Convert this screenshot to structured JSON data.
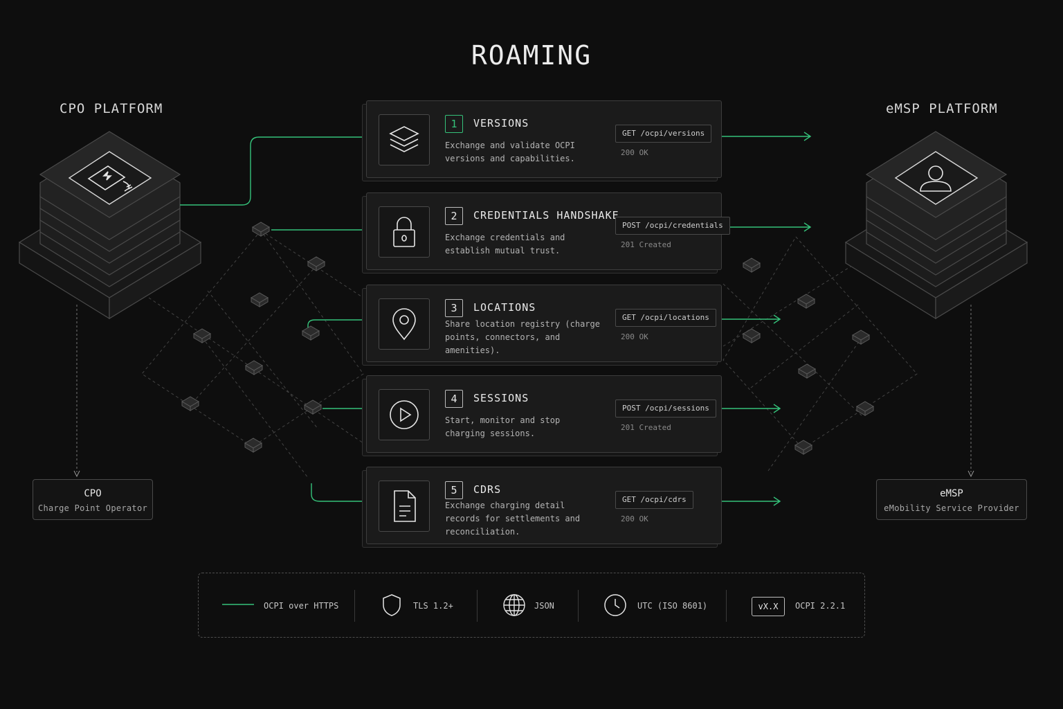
{
  "title": "ROAMING",
  "cpo": {
    "platform_title": "CPO PLATFORM",
    "role_title": "CPO",
    "role_subtitle": "Charge Point Operator",
    "icon": "charger-icon"
  },
  "emsp": {
    "platform_title": "eMSP PLATFORM",
    "role_title": "eMSP",
    "role_subtitle": "eMobility Service Provider",
    "icon": "user-icon"
  },
  "modules": [
    {
      "number": "1",
      "title": "VERSIONS",
      "description": "Exchange and validate OCPI versions and capabilities.",
      "endpoint": "GET  /ocpi/versions",
      "status": "200 OK",
      "icon": "layers-icon"
    },
    {
      "number": "2",
      "title": "CREDENTIALS HANDSHAKE",
      "description": "Exchange credentials and establish mutual trust.",
      "endpoint": "POST /ocpi/credentials",
      "status": "201 Created",
      "icon": "lock-icon"
    },
    {
      "number": "3",
      "title": "LOCATIONS",
      "description": "Share location registry (charge points, connectors, and amenities).",
      "endpoint": "GET  /ocpi/locations",
      "status": "200 OK",
      "icon": "map-pin-icon"
    },
    {
      "number": "4",
      "title": "SESSIONS",
      "description": "Start, monitor and stop charging sessions.",
      "endpoint": "POST /ocpi/sessions",
      "status": "201 Created",
      "icon": "play-icon"
    },
    {
      "number": "5",
      "title": "CDRS",
      "description": "Exchange charging detail records for settlements and reconciliation.",
      "endpoint": "GET  /ocpi/cdrs",
      "status": "200 OK",
      "icon": "document-icon"
    }
  ],
  "legend": {
    "transport": "OCPI over HTTPS",
    "security": "TLS 1.2+",
    "format": "JSON",
    "time": "UTC (ISO 8601)",
    "version_badge": "vX.X",
    "version": "OCPI 2.2.1"
  },
  "colors": {
    "accent": "#35c27a",
    "background": "#0e0e0e",
    "card": "#1b1b1b",
    "border": "#3d3d3d"
  }
}
